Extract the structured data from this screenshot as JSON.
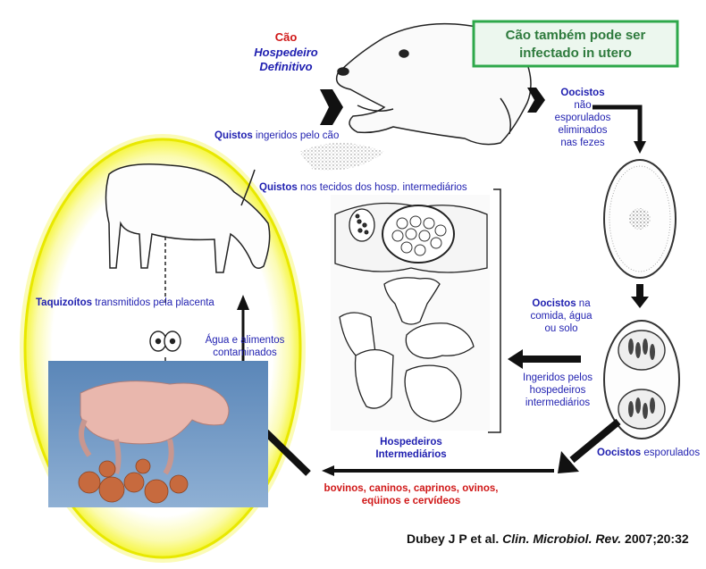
{
  "host_definitive": {
    "title": "Cão",
    "line1": "Hospedeiro",
    "line2": "Definitivo"
  },
  "in_utero_box": {
    "line1": "Cão também pode ser",
    "line2": "infectado in utero"
  },
  "oocysts_unsporulated": {
    "bold": "Oocistos",
    "line1": "não",
    "line2": "esporulados",
    "line3": "eliminados",
    "line4": "nas fezes"
  },
  "cysts_ingested": {
    "bold": "Quistos",
    "rest": " ingeridos pelo cão"
  },
  "cysts_tissues": {
    "bold": "Quistos",
    "rest": " nos tecidos dos hosp. intermediários"
  },
  "tachyzoites": {
    "bold": "Taquizoítos",
    "rest": " transmitidos pela placenta"
  },
  "water_food": {
    "line1": "Água e alimentos",
    "line2": "contaminados"
  },
  "oocysts_food": {
    "bold": "Oocistos",
    "rest": " na",
    "line2": "comida, água",
    "line3": "ou solo"
  },
  "ingested_intermediate": {
    "line1": "Ingeridos pelos",
    "line2": "hospedeiros",
    "line3": "intermediários"
  },
  "oocysts_sporulated": {
    "bold": "Oocistos",
    "rest": " esporulados"
  },
  "intermediate_hosts": {
    "line1": "Hospedeiros",
    "line2": "Intermediários"
  },
  "species": {
    "line1": "bovinos, caninos, caprinos, ovinos,",
    "line2": "eqüinos e cervídeos"
  },
  "citation": {
    "author": "Dubey J P et al. ",
    "journal": "Clin. Microbiol. Rev.",
    "year": " 2007;20:32"
  },
  "colors": {
    "red": "#d01818",
    "blue": "#1f1fb0",
    "green_border": "#2ea84a",
    "box_fill": "#ecf7ee",
    "highlight_yellow": "#f2f200"
  }
}
